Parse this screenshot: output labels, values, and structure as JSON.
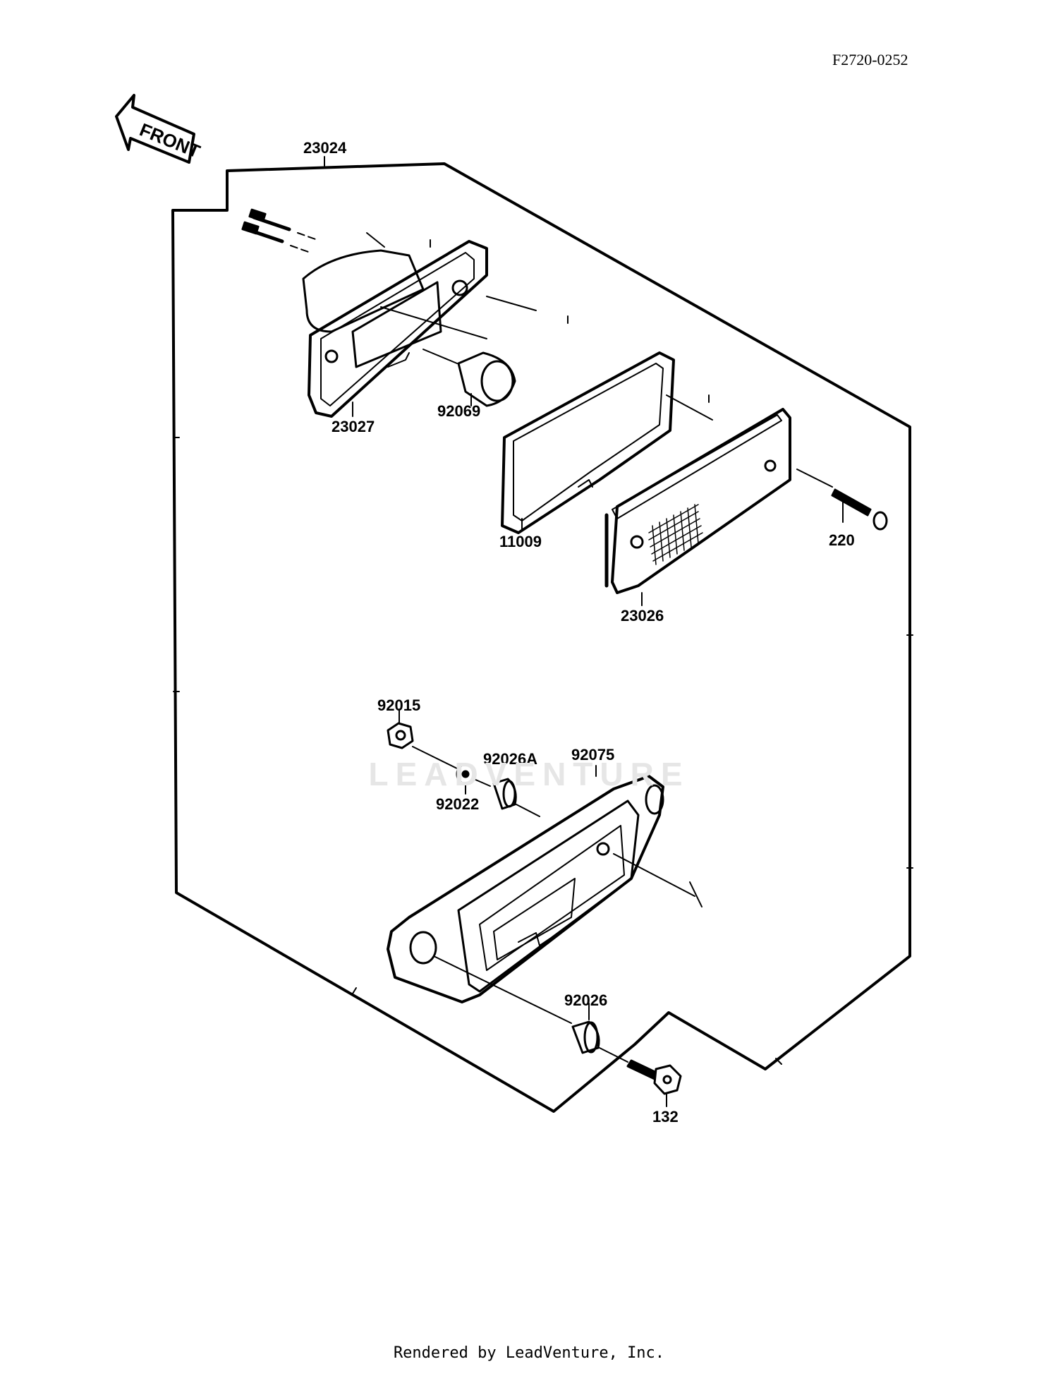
{
  "diagram_ref": "F2720-0252",
  "front_label": "FRONT",
  "footer": "Rendered by LeadVenture, Inc.",
  "watermark": "LEADVENTURE",
  "parts": {
    "p23024": "23024",
    "p23027": "23027",
    "p92069": "92069",
    "p11009": "11009",
    "p23026": "23026",
    "p220": "220",
    "p92015": "92015",
    "p92026A": "92026A",
    "p92075": "92075",
    "p92022": "92022",
    "p92026": "92026",
    "p132": "132"
  }
}
